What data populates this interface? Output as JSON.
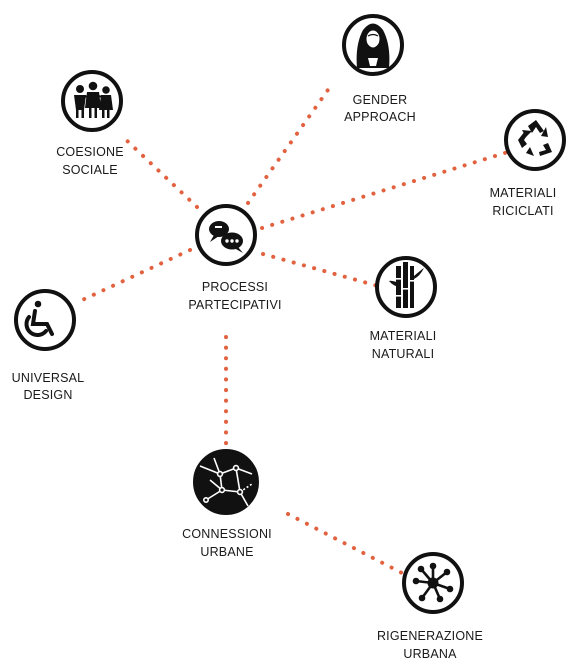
{
  "diagram": {
    "accent_color": "#e2623f",
    "nodes": {
      "gender": {
        "line1": "GENDER",
        "line2": "APPROACH",
        "icon": "hijab-woman-icon"
      },
      "coesione": {
        "line1": "COESIONE",
        "line2": "SOCIALE",
        "icon": "family-people-icon"
      },
      "riciclati": {
        "line1": "MATERIALI",
        "line2": "RICICLATI",
        "icon": "recycle-icon"
      },
      "processi": {
        "line1": "PROCESSI",
        "line2": "PARTECIPATIVI",
        "icon": "speech-bubbles-icon"
      },
      "naturali": {
        "line1": "MATERIALI",
        "line2": "NATURALI",
        "icon": "bamboo-icon"
      },
      "universal": {
        "line1": "UNIVERSAL",
        "line2": "DESIGN",
        "icon": "wheelchair-icon"
      },
      "connessioni": {
        "line1": "CONNESSIONI",
        "line2": "URBANE",
        "icon": "network-map-icon"
      },
      "rigenerazione": {
        "line1": "RIGENERAZIONE",
        "line2": "URBANA",
        "icon": "molecule-icon"
      }
    }
  }
}
